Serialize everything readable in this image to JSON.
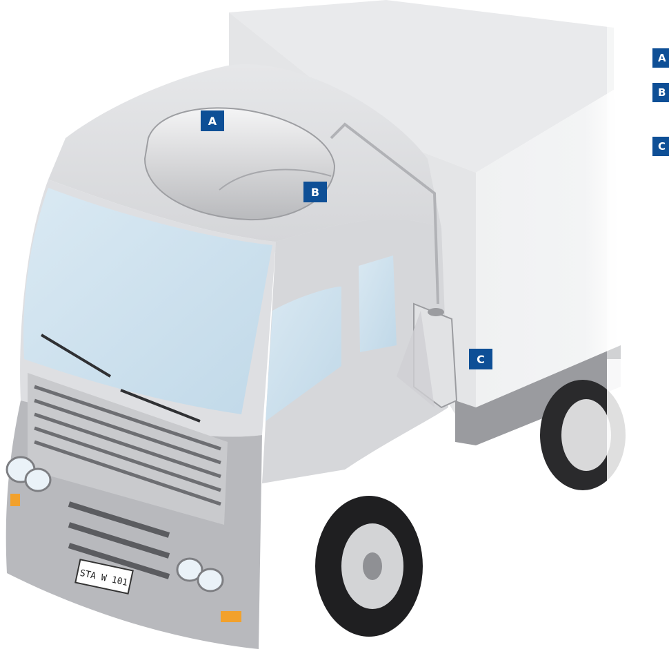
{
  "illustration": {
    "subject": "Truck with roof-mounted air conditioning unit",
    "plate_text": "STA W 101"
  },
  "markers": {
    "a": "A",
    "b": "B",
    "c": "C"
  },
  "legend": {
    "a": "A",
    "b": "B",
    "c": "C"
  },
  "colors": {
    "marker": "#0e4f96",
    "cab_body": "#dcdde0",
    "box_body": "#f2f3f4",
    "glass": "#cfe4f1",
    "bumper": "#8c8d91"
  }
}
